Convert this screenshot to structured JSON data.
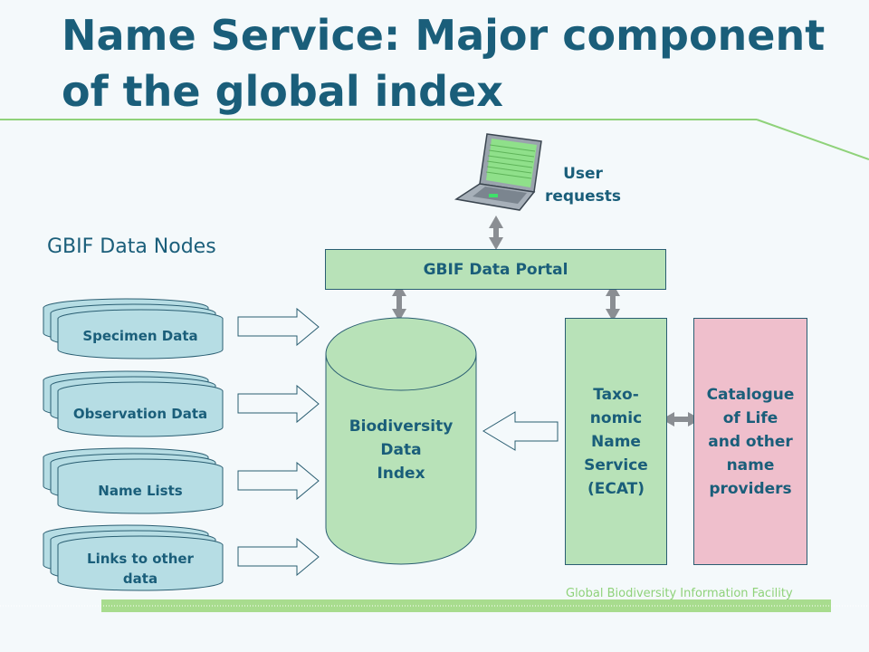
{
  "title": "Name Service: Major component of the global index",
  "data_nodes_label": "GBIF Data Nodes",
  "user_requests": "User requests",
  "portal_label": "GBIF Data Portal",
  "index_label": "Biodiversity\nData\nIndex",
  "taxo_label": "Taxo-\nnomic\nName\nService\n(ECAT)",
  "col_label": "Catalogue\nof Life\nand other\nname\nproviders",
  "nodes": [
    "Specimen Data",
    "Observation Data",
    "Name Lists",
    "Links to other\ndata"
  ],
  "footer": "Global Biodiversity Information Facility",
  "colors": {
    "title": "#1a5e7a",
    "green_box": "#b8e2b8",
    "pink_box": "#efbfcc",
    "node_fill": "#b6dde4",
    "accent_line": "#8fd27a"
  },
  "icons": [
    "laptop-icon",
    "double-arrow-icon",
    "right-arrow-icon",
    "left-arrow-icon"
  ]
}
